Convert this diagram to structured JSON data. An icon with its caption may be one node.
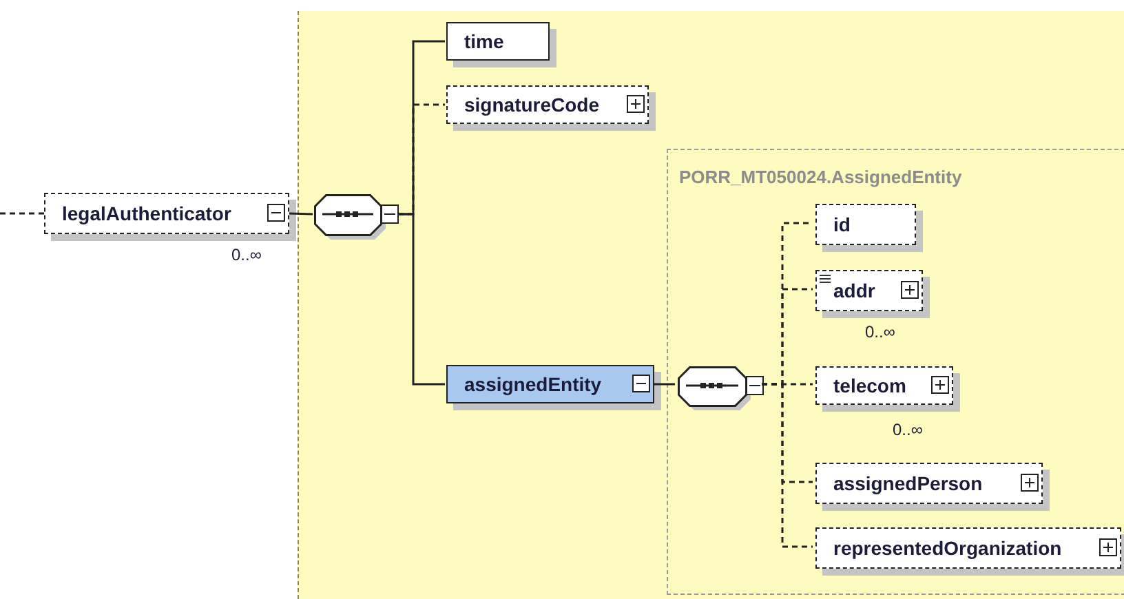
{
  "diagram": {
    "nodes": [
      {
        "text": [
          "legalAuthenticator"
        ],
        "beside": [
          "0..∞"
        ]
      },
      {
        "text": [],
        "shape": "box"
      },
      {
        "text": [],
        "shape": "octagon",
        "in": 1
      },
      {
        "text": [
          "time"
        ],
        "in": 1
      },
      {
        "text": [
          "signatureCode"
        ],
        "in": 1
      },
      {
        "text": [
          "PORR_MT050024.AssignedEntity"
        ],
        "in": 1
      },
      {
        "text": [
          "assignedEntity"
        ],
        "in": 1
      },
      {
        "text": [],
        "shape": "octagon",
        "in": 5
      },
      {
        "text": [
          "id"
        ],
        "in": 5
      },
      {
        "text": [
          "addr"
        ],
        "in": 5,
        "beside": [
          "0..∞"
        ]
      },
      {
        "text": [
          "telecom"
        ],
        "in": 5,
        "beside": [
          "0..∞"
        ]
      },
      {
        "text": [
          "assignedPerson"
        ],
        "in": 5
      },
      {
        "text": [
          "representedOrganization"
        ],
        "in": 5
      }
    ],
    "edges": [
      {
        "from": null,
        "to": 0,
        "arrow": "none",
        "style": "dashed"
      },
      {
        "from": 0,
        "to": 2,
        "arrow": "none"
      },
      {
        "from": 2,
        "to": 3,
        "arrow": "none"
      },
      {
        "from": 2,
        "to": 4,
        "arrow": "none",
        "style": "dashed"
      },
      {
        "from": 2,
        "to": 6,
        "arrow": "none"
      },
      {
        "from": 6,
        "to": 7,
        "arrow": "none"
      },
      {
        "from": 7,
        "to": 8,
        "arrow": "none",
        "style": "dashed"
      },
      {
        "from": 7,
        "to": 9,
        "arrow": "none",
        "style": "dashed"
      },
      {
        "from": 7,
        "to": 10,
        "arrow": "none",
        "style": "dashed"
      },
      {
        "from": 7,
        "to": 11,
        "arrow": "none",
        "style": "dashed"
      },
      {
        "from": 7,
        "to": 12,
        "arrow": "none",
        "style": "dashed"
      }
    ]
  }
}
